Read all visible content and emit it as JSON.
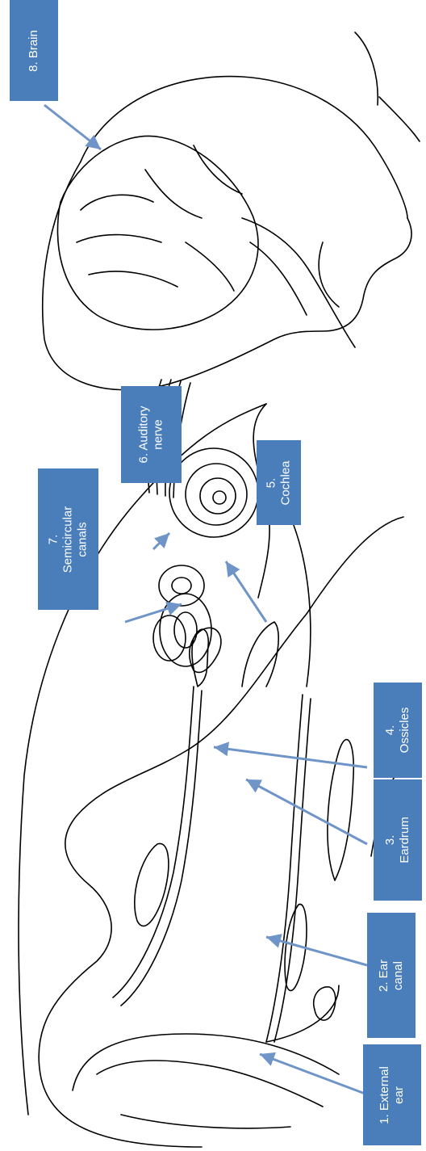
{
  "labels": [
    {
      "id": "external-ear",
      "text": "1. External\near"
    },
    {
      "id": "ear-canal",
      "text": "2. Ear canal"
    },
    {
      "id": "eardrum",
      "text": "3. Eardrum"
    },
    {
      "id": "ossicles",
      "text": "4. Ossicles"
    },
    {
      "id": "cochlea",
      "text": "5. Cochlea"
    },
    {
      "id": "auditory-nerve",
      "text": "6. Auditory\nnerve"
    },
    {
      "id": "semicircular-canals",
      "text": "7. Semicircular\ncanals"
    },
    {
      "id": "brain",
      "text": "8. Brain"
    }
  ],
  "colors": {
    "label_fill": "#4a7ebb",
    "label_text": "#ffffff",
    "arrow": "#6f95c8",
    "line_art": "#000000"
  }
}
